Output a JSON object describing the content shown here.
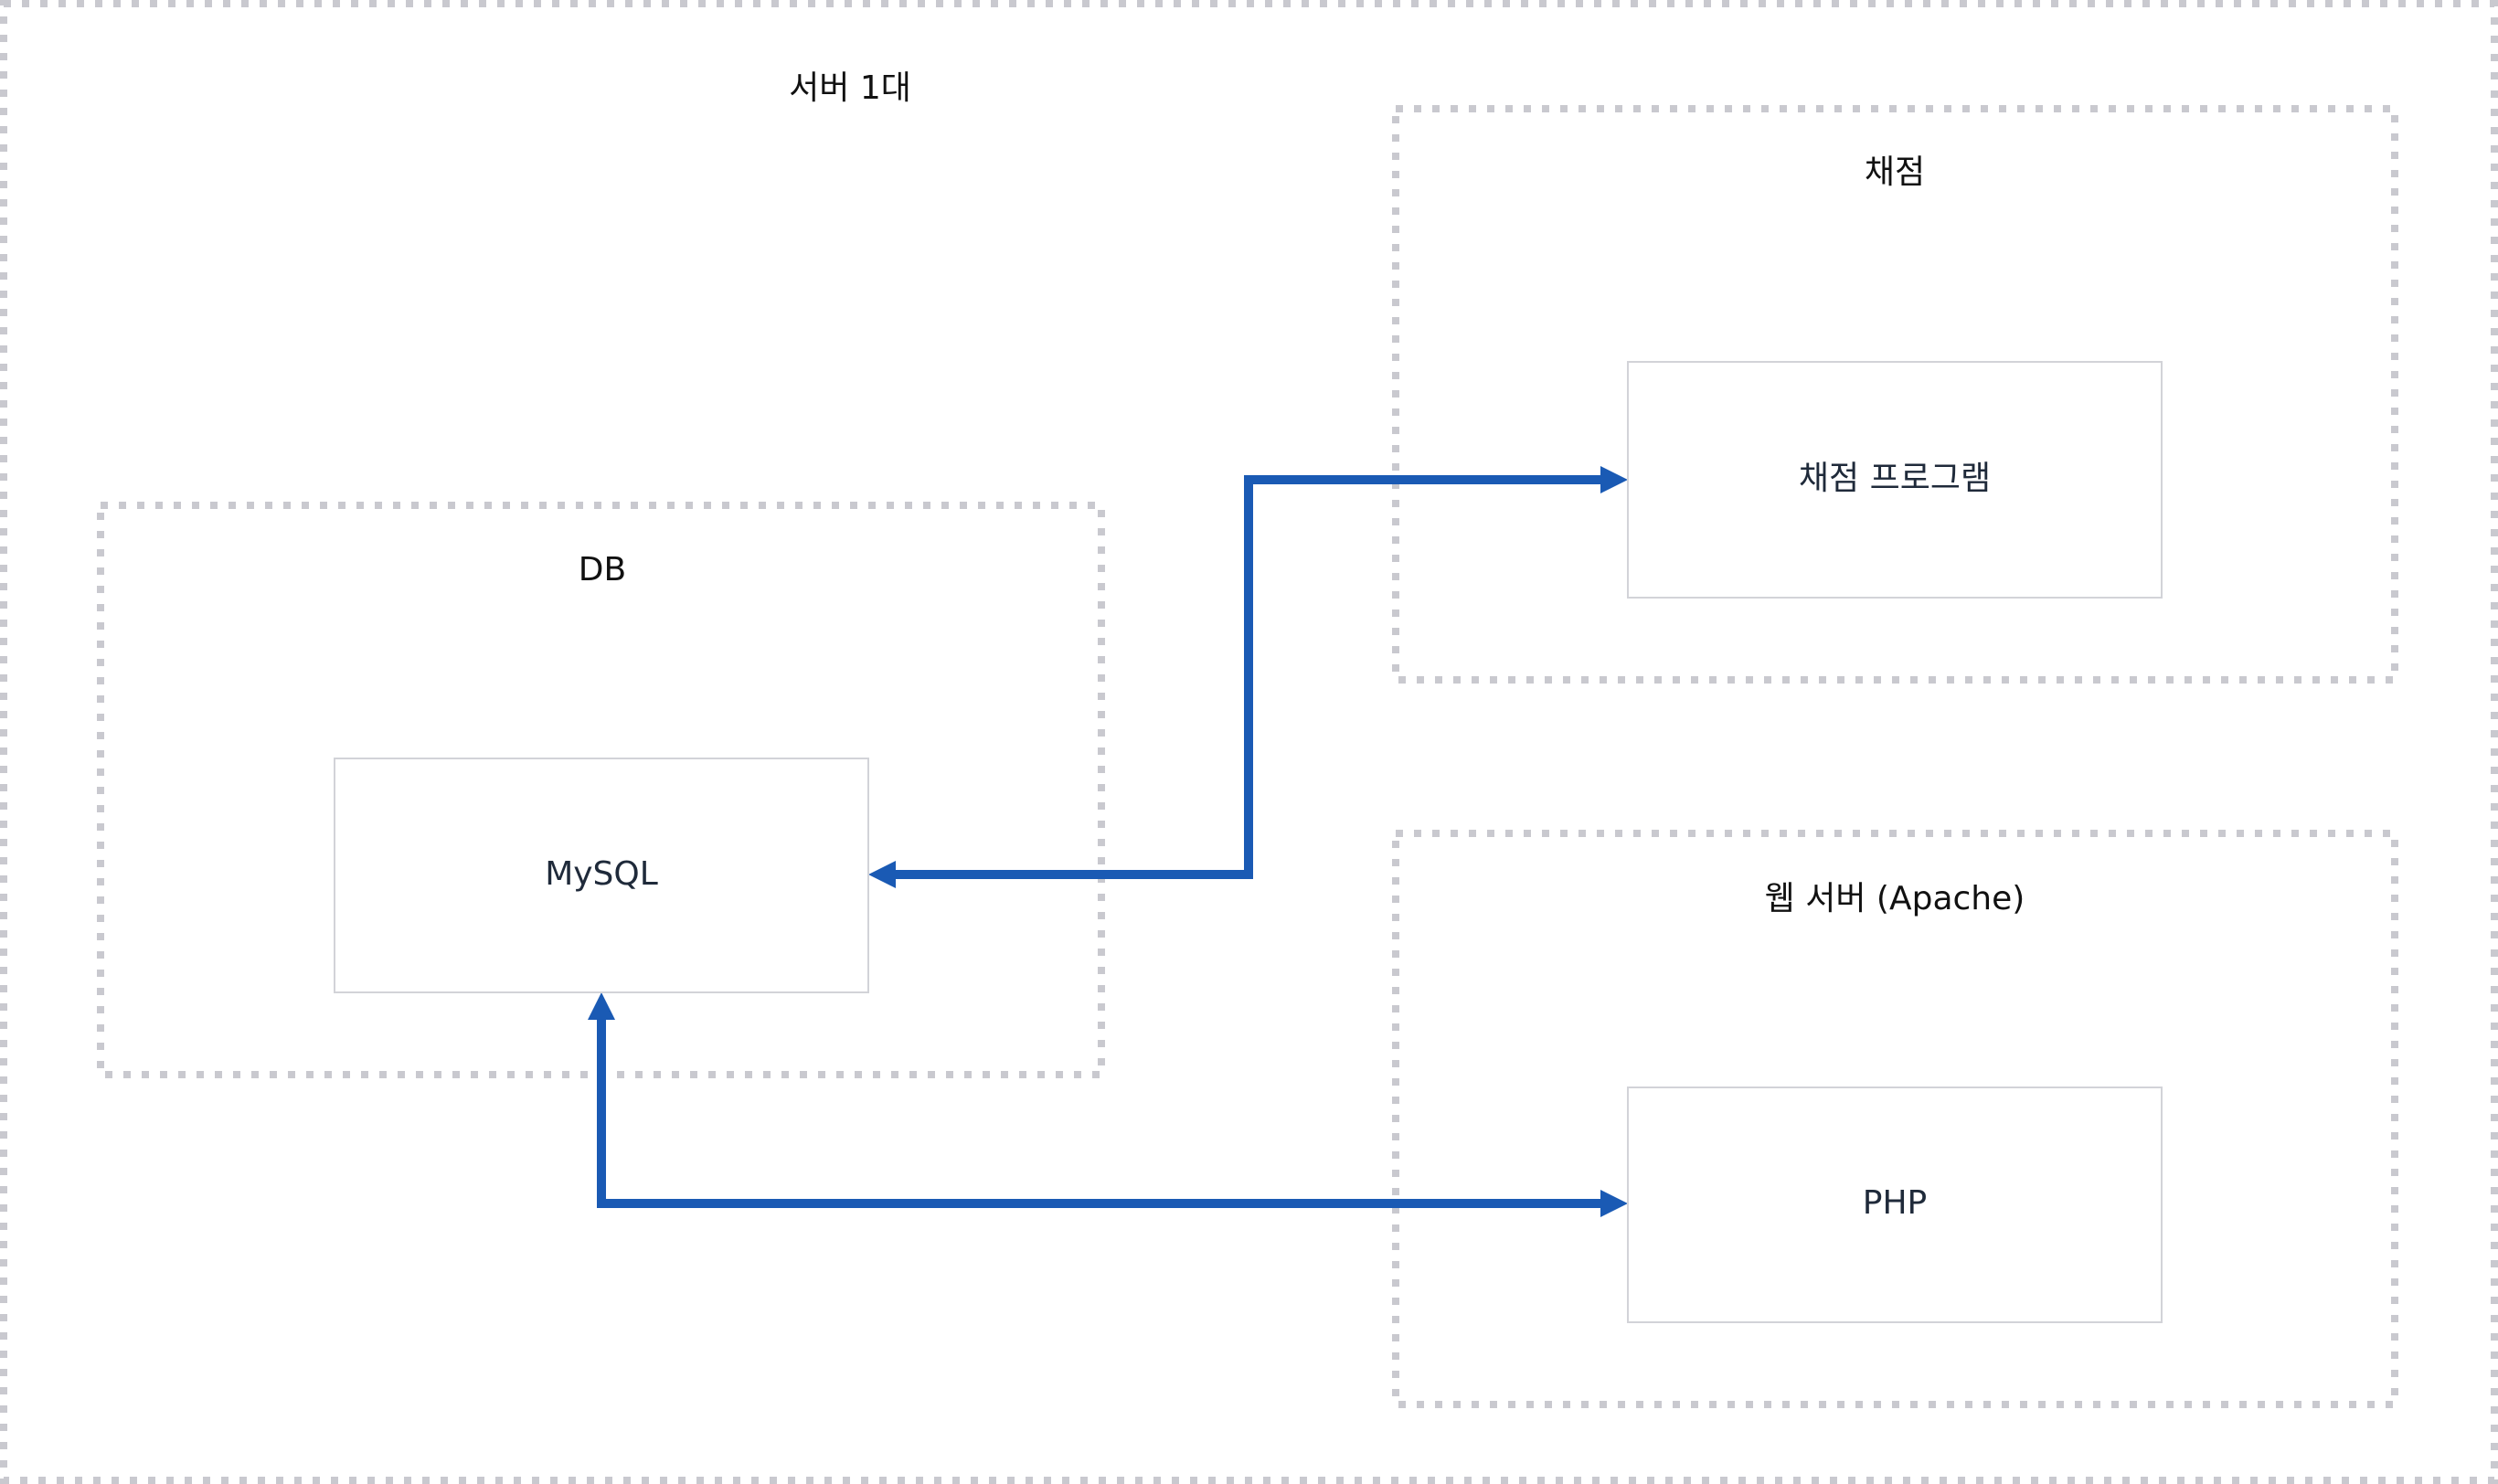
{
  "diagram": {
    "groups": {
      "server": {
        "label": "서버 1대"
      },
      "grading": {
        "label": "채점"
      },
      "db": {
        "label": "DB"
      },
      "web": {
        "label": "웹 서버 (Apache)"
      }
    },
    "nodes": {
      "grader": {
        "label": "채점 프로그램"
      },
      "mysql": {
        "label": "MySQL"
      },
      "php": {
        "label": "PHP"
      }
    },
    "edges": [
      {
        "from": "mysql",
        "to": "grader",
        "arrows": "both"
      },
      {
        "from": "mysql",
        "to": "php",
        "arrows": "both"
      }
    ],
    "colors": {
      "edge": "#1a5ab4",
      "group_frame": "#c9c9cf",
      "node_border": "#d2d3d8",
      "node_text": "#1f2a3a",
      "group_text": "#111111"
    }
  }
}
